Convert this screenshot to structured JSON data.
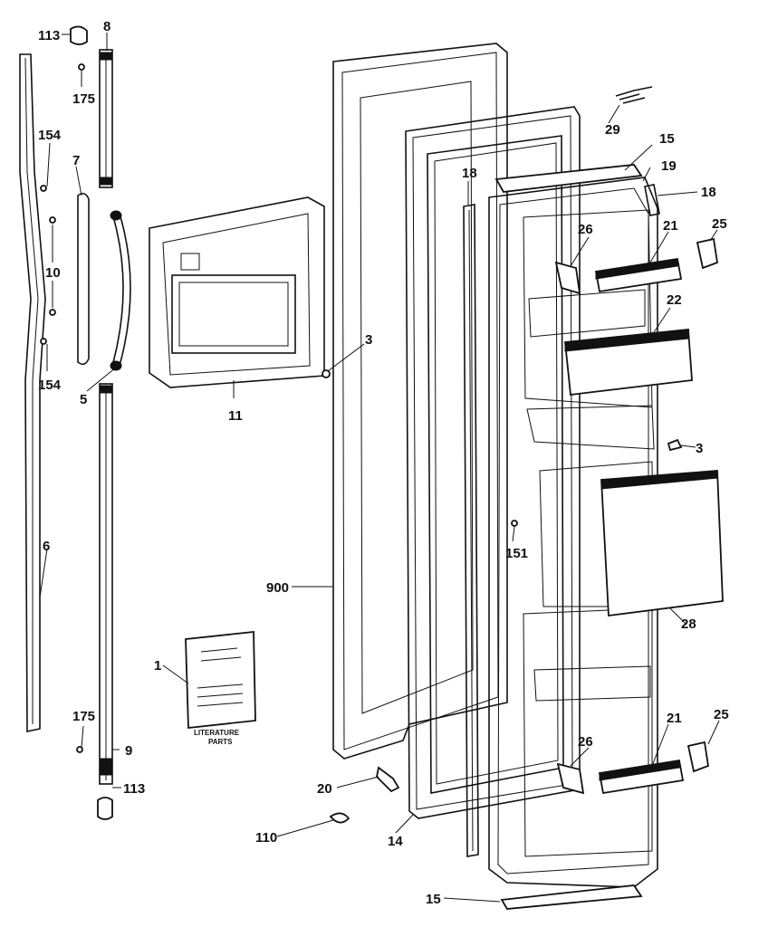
{
  "callouts": {
    "p113a": "113",
    "p8": "8",
    "p175a": "175",
    "p154a": "154",
    "p7": "7",
    "p10": "10",
    "p154b": "154",
    "p5": "5",
    "p6": "6",
    "p11": "11",
    "p3a": "3",
    "p175b": "175",
    "p9": "9",
    "p113b": "113",
    "p1": "1",
    "p900": "900",
    "p20": "20",
    "p110": "110",
    "p14": "14",
    "p18a": "18",
    "p151": "151",
    "p15a": "15",
    "p29": "29",
    "p19": "19",
    "p18b": "18",
    "p26a": "26",
    "p21a": "21",
    "p25a": "25",
    "p22": "22",
    "p3b": "3",
    "p28": "28",
    "p26b": "26",
    "p21b": "21",
    "p25b": "25",
    "p15b": "15"
  },
  "literature": {
    "line1": "LITERATURE",
    "line2": "PARTS"
  }
}
